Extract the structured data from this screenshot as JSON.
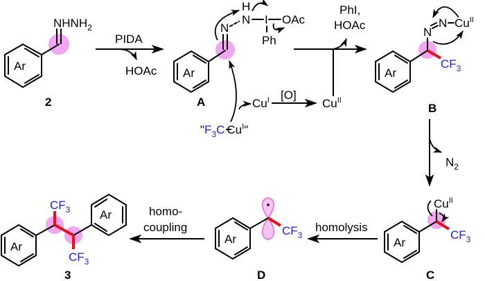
{
  "diagram": {
    "title": "Proposed mechanism: Cu-mediated trifluoromethylation and homo-coupling of hydrazones",
    "colors": {
      "bond": "#000000",
      "cf3_text": "#1a1aff",
      "new_bond": "#e8111b",
      "highlight": "#ee88ee"
    },
    "compounds": {
      "c2": {
        "label": "2",
        "ring": "Ar",
        "group_main": "NHNH",
        "group_sub": "2"
      },
      "cA": {
        "label": "A",
        "ring": "Ar",
        "n1": "N",
        "n2": "N",
        "h": "H",
        "iodine": "I",
        "oac": "OAc",
        "ph": "Ph"
      },
      "cB": {
        "label": "B",
        "ring": "Ar",
        "n1": "N",
        "n2": "N",
        "cu": "Cu",
        "cu_ox": "II",
        "cf3_main": "CF",
        "cf3_sub": "3"
      },
      "cC": {
        "label": "C",
        "ring": "Ar",
        "cu": "Cu",
        "cu_ox": "II",
        "cf3_main": "CF",
        "cf3_sub": "3"
      },
      "cD": {
        "label": "D",
        "ring": "Ar",
        "cf3_main": "CF",
        "cf3_sub": "3"
      },
      "c3": {
        "label": "3",
        "ring1": "Ar",
        "ring2": "Ar",
        "cf3_main": "CF",
        "cf3_sub": "3"
      }
    },
    "reagents": {
      "step1_top": "PIDA",
      "step1_bottom": "HOAc",
      "step2_top_line1": "PhI,",
      "step2_top_line2": "HOAc",
      "cu_reagent_quote_open": "\"",
      "cu_reagent_f": "F",
      "cu_reagent_f_sub": "3",
      "cu_reagent_c": "C",
      "cu_reagent_cu": "Cu",
      "cu_reagent_ox": "I",
      "cu_reagent_quote_close": "\"",
      "cu1": "Cu",
      "cu1_ox": "I",
      "oxidant": "[O]",
      "cu2": "Cu",
      "cu2_ox": "II",
      "n2_main": "N",
      "n2_sub": "2",
      "homolysis": "homolysis",
      "homocoupling_line1": "homo-",
      "homocoupling_line2": "coupling"
    }
  }
}
